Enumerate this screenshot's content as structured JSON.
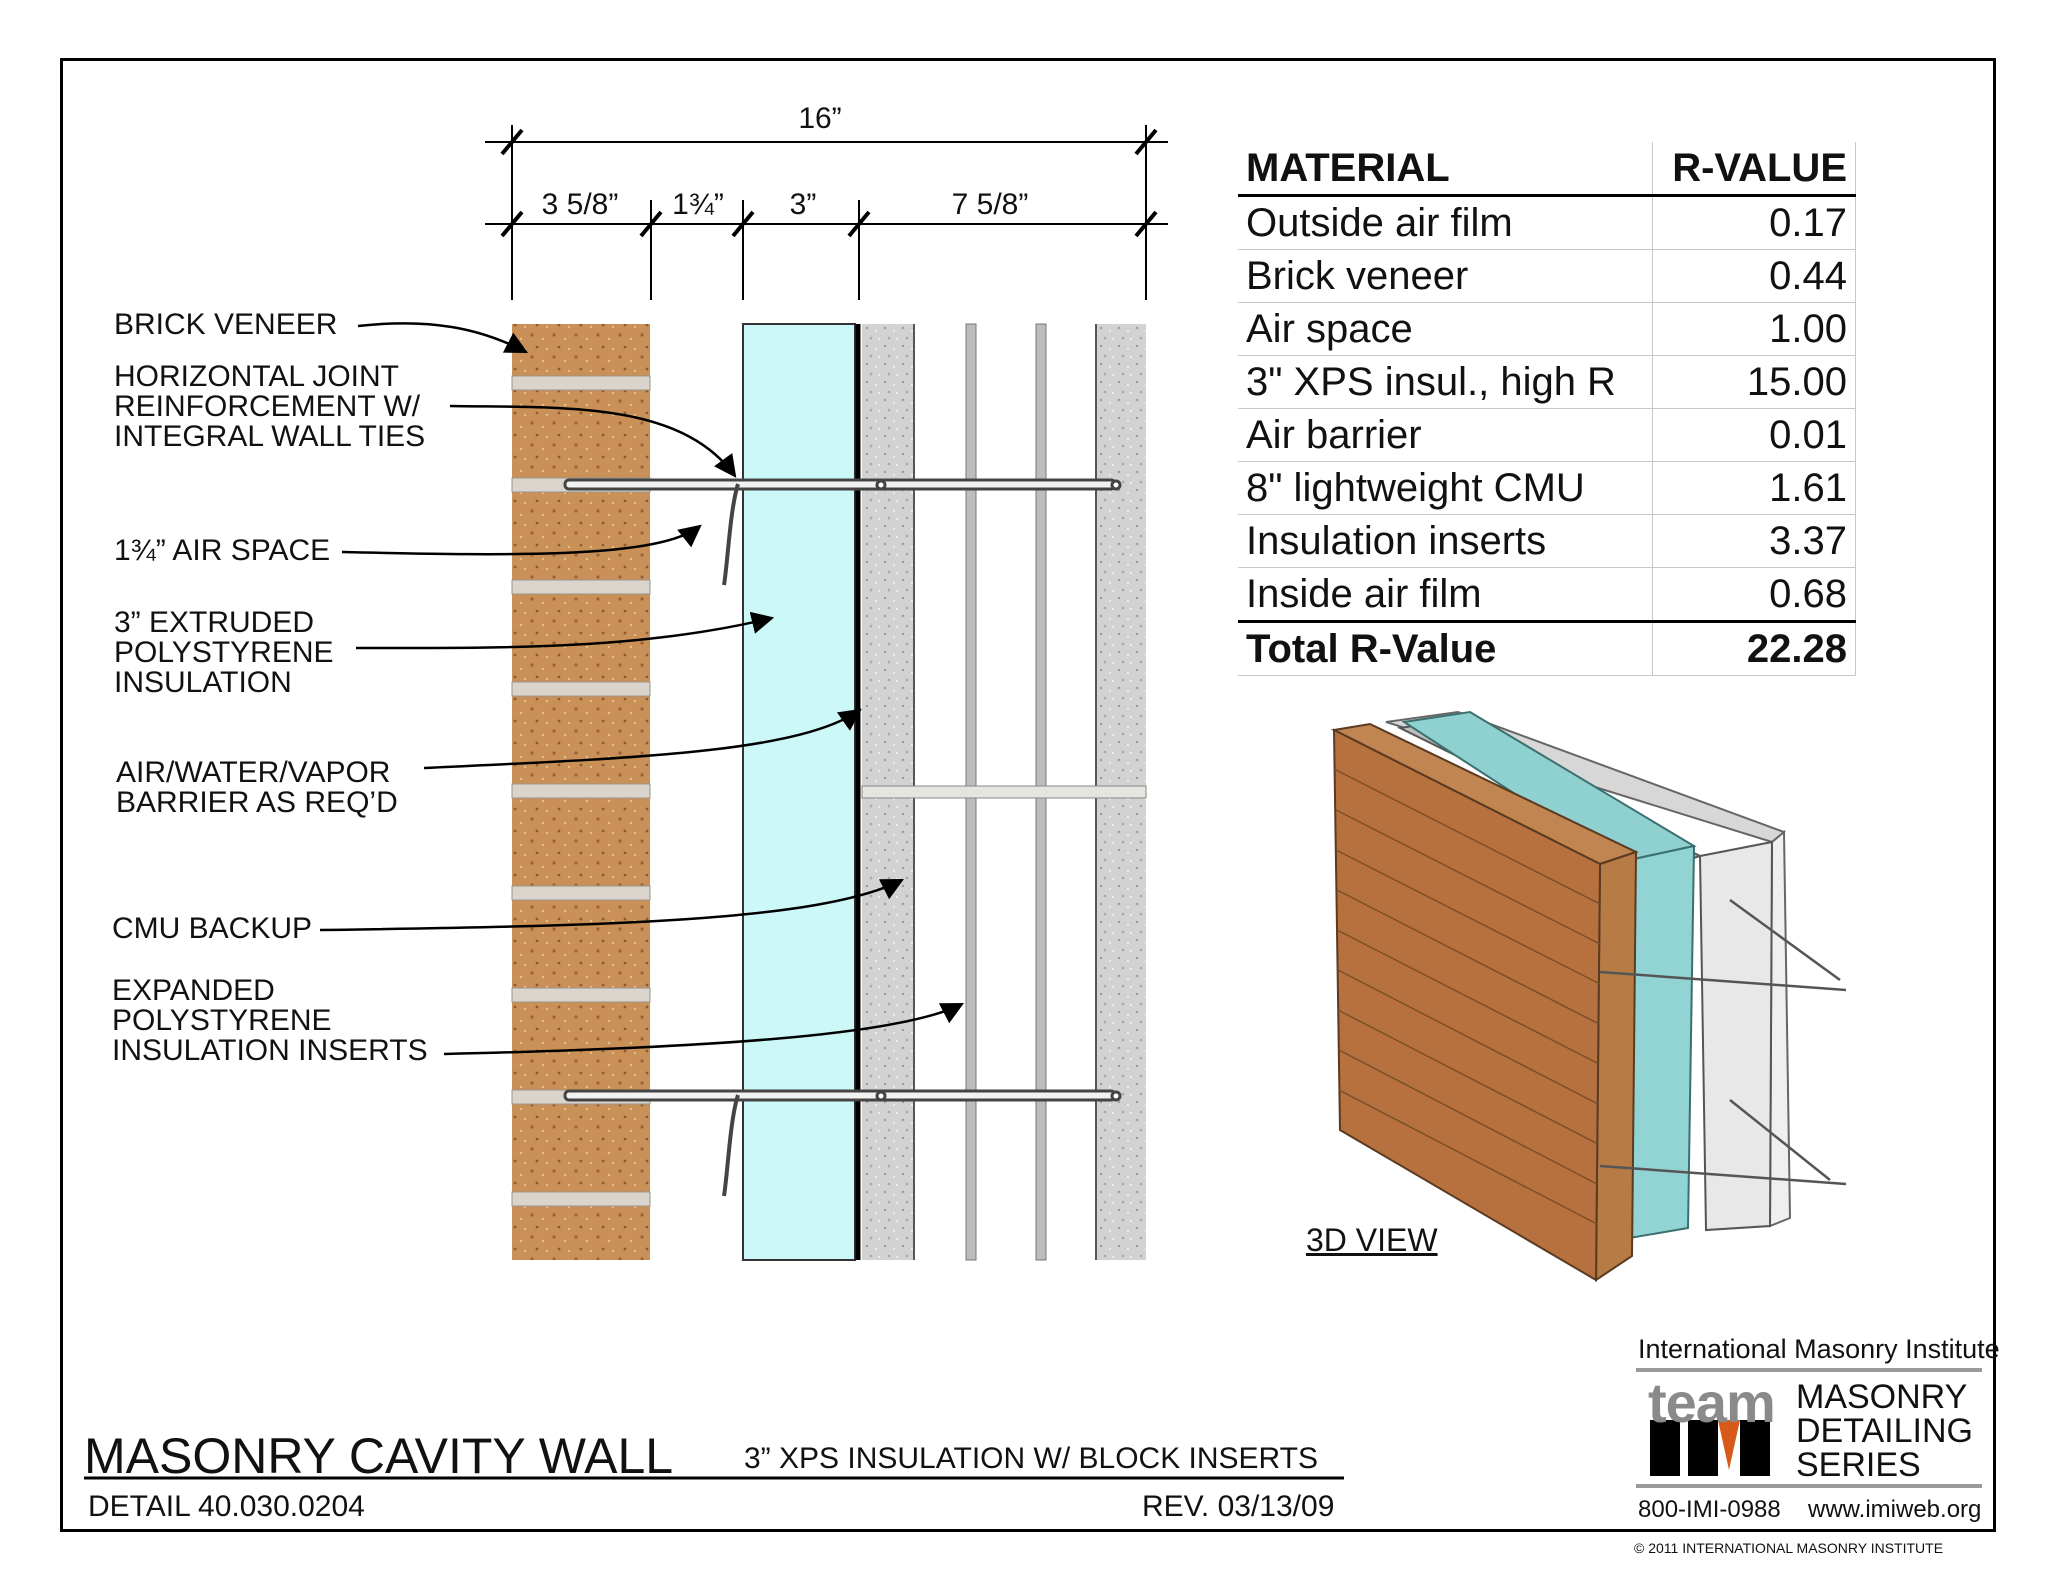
{
  "dimensions": {
    "overall": "16”",
    "brick": "3 5/8”",
    "air_space": "1¾”",
    "insulation": "3”",
    "cmu": "7 5/8”"
  },
  "callouts": {
    "brick_veneer": "BRICK VENEER",
    "joint_reinforcement": "HORIZONTAL JOINT\nREINFORCEMENT W/\nINTEGRAL WALL TIES",
    "air_space": "1¾” AIR SPACE",
    "xps": "3” EXTRUDED\nPOLYSTYRENE\nINSULATION",
    "barrier": "AIR/WATER/VAPOR\nBARRIER AS REQ’D",
    "cmu_backup": "CMU BACKUP",
    "eps_inserts": "EXPANDED\nPOLYSTYRENE\nINSULATION INSERTS"
  },
  "rvalue_table": {
    "header_material": "MATERIAL",
    "header_rvalue": "R-VALUE",
    "rows": [
      {
        "material": "Outside air film",
        "value": "0.17"
      },
      {
        "material": "Brick veneer",
        "value": "0.44"
      },
      {
        "material": "Air space",
        "value": "1.00"
      },
      {
        "material": "3\" XPS insul., high R",
        "value": "15.00"
      },
      {
        "material": "Air barrier",
        "value": "0.01"
      },
      {
        "material": "8\" lightweight CMU",
        "value": "1.61"
      },
      {
        "material": "Insulation inserts",
        "value": "3.37"
      },
      {
        "material": "Inside air film",
        "value": "0.68"
      }
    ],
    "total_label": "Total R-Value",
    "total_value": "22.28"
  },
  "view_label": "3D VIEW",
  "title": "MASONRY CAVITY WALL",
  "subtitle": "3” XPS INSULATION W/ BLOCK INSERTS",
  "detail": "DETAIL 40.030.0204",
  "revision": "REV. 03/13/09",
  "logo": {
    "org": "International Masonry Institute",
    "team": "team",
    "series": "MASONRY\nDETAILING\nSERIES",
    "phone": "800-IMI-0988",
    "web": "www.imiweb.org"
  },
  "copyright": "© 2011 INTERNATIONAL MASONRY INSTITUTE",
  "colors": {
    "brick": "#c8915a",
    "mortar": "#d9d4cc",
    "xps": "#cdf8f8",
    "cmu": "#cfcfcf",
    "xps_3d": "#8fd0d0"
  }
}
